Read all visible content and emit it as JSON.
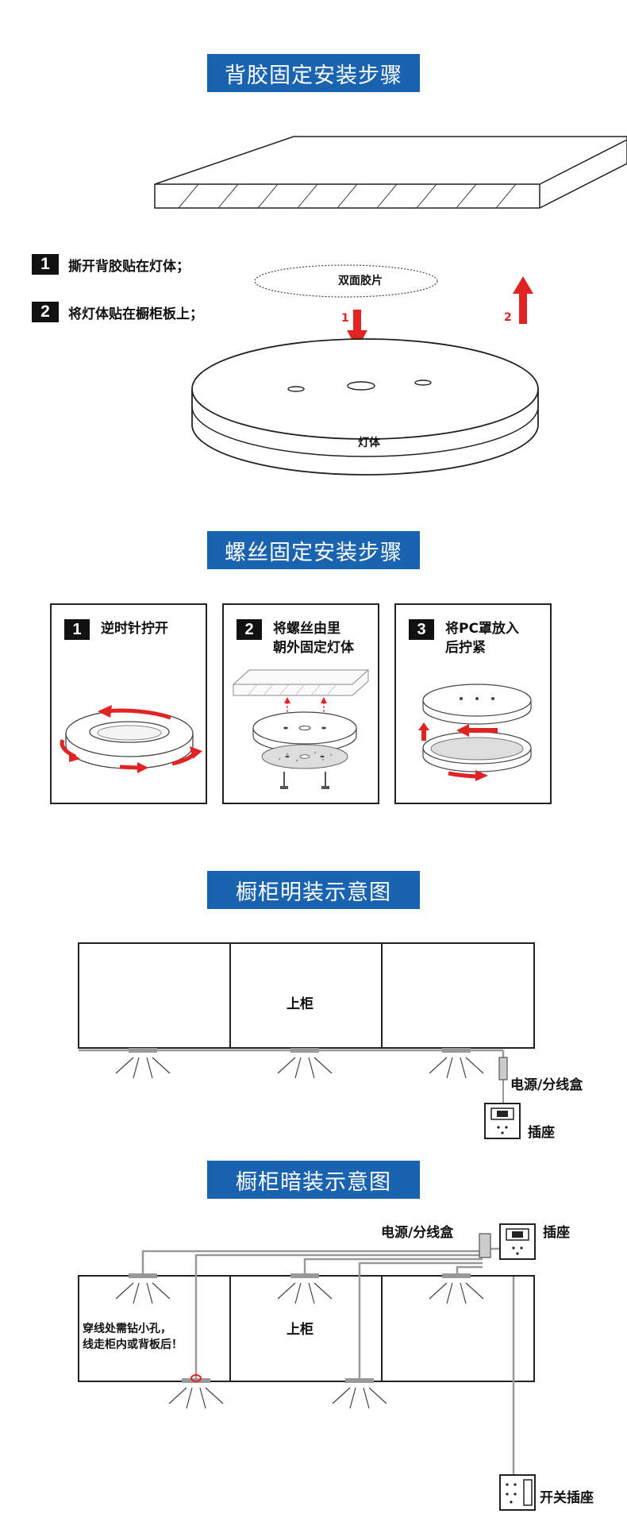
{
  "sections": {
    "adhesive_title": "背胶固定安装步骤",
    "screw_title": "螺丝固定安装步骤",
    "surface_title": "橱柜明装示意图",
    "concealed_title": "橱柜暗装示意图"
  },
  "adhesive": {
    "steps": [
      {
        "num": "1",
        "text": "撕开背胶贴在灯体；"
      },
      {
        "num": "2",
        "text": "将灯体贴在橱柜板上；"
      }
    ],
    "tape_label": "双面胶片",
    "lamp_label": "灯体",
    "arrow1_label": "1",
    "arrow2_label": "2"
  },
  "screw": {
    "panels": [
      {
        "num": "1",
        "line1": "逆时针拧开",
        "line2": ""
      },
      {
        "num": "2",
        "line1": "将螺丝由里",
        "line2": "朝外固定灯体"
      },
      {
        "num": "3",
        "line1": "将PC罩放入",
        "line2": "后拧紧"
      }
    ]
  },
  "surface": {
    "cabinet_label": "上柜",
    "power_label": "电源/分线盒",
    "socket_label": "插座"
  },
  "concealed": {
    "power_label": "电源/分线盒",
    "socket_label": "插座",
    "cabinet_label": "上柜",
    "note_line1": "穿线处需钻小孔，",
    "note_line2": "线走柜内或背板后！",
    "switch_socket_label": "开关插座"
  },
  "colors": {
    "banner": "#1a63b0",
    "accent_red": "#e02424",
    "lamp_gray": "#999999"
  }
}
